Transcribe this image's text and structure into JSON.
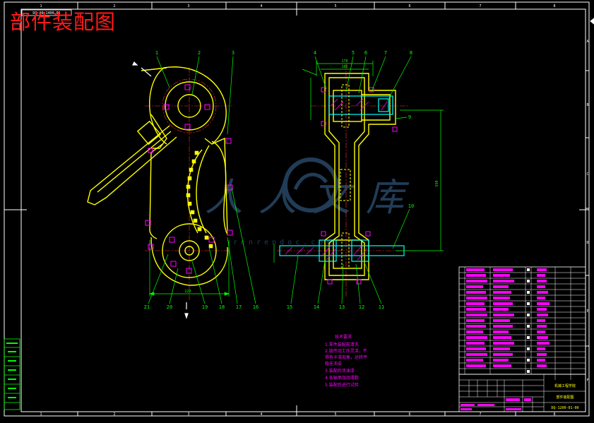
{
  "drawing": {
    "title": "部件装配图",
    "drawing_code": "DQ-A0-1400-01"
  },
  "watermark": {
    "text": "人人文库",
    "url_text": "renrendoc.com"
  },
  "frame": {
    "column_numbers": [
      "1",
      "2",
      "3",
      "4",
      "5",
      "6",
      "7",
      "8"
    ],
    "row_letters": [
      "A",
      "B",
      "C",
      "D",
      "E",
      "F"
    ]
  },
  "balloons_left": {
    "top": [
      "1",
      "2",
      "3"
    ],
    "bottom": [
      "21",
      "20",
      "19",
      "18",
      "17",
      "16"
    ]
  },
  "balloons_right": {
    "top": [
      "4",
      "5",
      "6",
      "7",
      "8"
    ],
    "side": [
      "9",
      "10"
    ],
    "bottom": [
      "15",
      "14",
      "13",
      "12",
      "11"
    ]
  },
  "dimensions": {
    "left_width": "220",
    "right_top_1": "170",
    "right_top_2": "165",
    "right_height": "550"
  },
  "technical_notes": {
    "heading": "技术要求",
    "items": [
      "1.零件装配前清洗",
      "2.链传动工作灵活，不",
      "  得有卡滞现象，运转平",
      "  稳无冲击",
      "3.装配后涂油漆",
      "4.各轴承加润滑脂",
      "5.装配后进行试验"
    ]
  },
  "title_block": {
    "school": "机械工程学院",
    "drawing_name": "部件装配图",
    "drawing_no": "DQ-1200-01-00"
  },
  "colors": {
    "background": "#000000",
    "frame": "#ffffff",
    "part_outline": "#ffff00",
    "centerline": "#ff3030",
    "dimension": "#00ff00",
    "section": "#00ffff",
    "hatch": "#ff00ff",
    "watermark": "#3c6e9e"
  }
}
